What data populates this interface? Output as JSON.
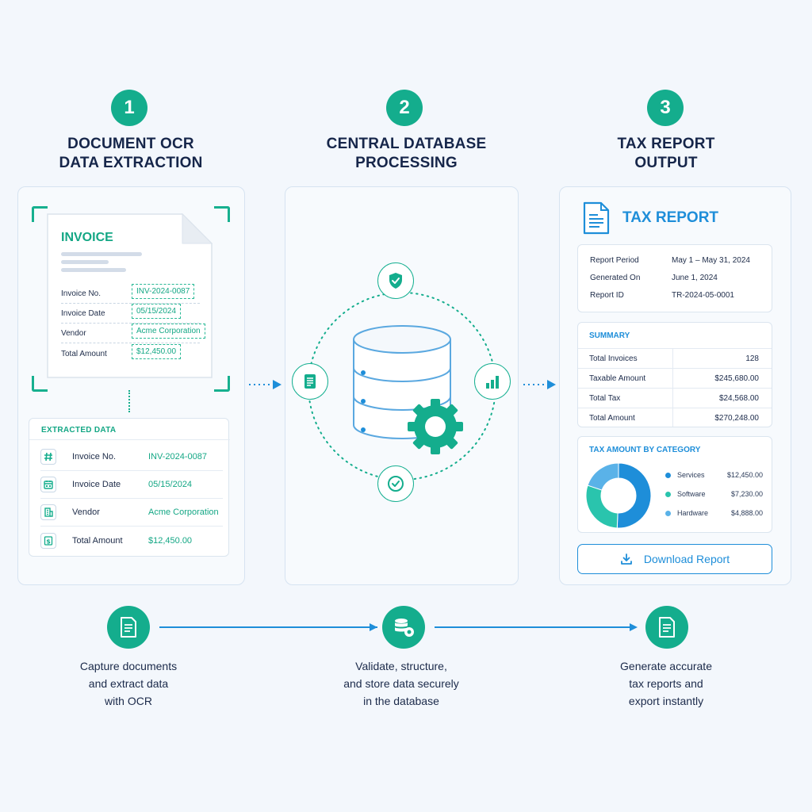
{
  "steps": [
    {
      "number": "1",
      "title_line1": "DOCUMENT OCR",
      "title_line2": "DATA EXTRACTION"
    },
    {
      "number": "2",
      "title_line1": "CENTRAL DATABASE",
      "title_line2": "PROCESSING"
    },
    {
      "number": "3",
      "title_line1": "TAX REPORT",
      "title_line2": "OUTPUT"
    }
  ],
  "invoice": {
    "title": "INVOICE",
    "fields": [
      {
        "label": "Invoice No.",
        "value": "INV-2024-0087"
      },
      {
        "label": "Invoice Date",
        "value": "05/15/2024"
      },
      {
        "label": "Vendor",
        "value": "Acme Corporation"
      },
      {
        "label": "Total Amount",
        "value": "$12,450.00"
      }
    ]
  },
  "extracted": {
    "heading": "EXTRACTED DATA",
    "rows": [
      {
        "icon": "hash-icon",
        "label": "Invoice No.",
        "value": "INV-2024-0087"
      },
      {
        "icon": "calendar-icon",
        "label": "Invoice Date",
        "value": "05/15/2024"
      },
      {
        "icon": "building-icon",
        "label": "Vendor",
        "value": "Acme Corporation"
      },
      {
        "icon": "dollar-icon",
        "label": "Total Amount",
        "value": "$12,450.00"
      }
    ]
  },
  "report": {
    "title": "TAX REPORT",
    "meta": [
      {
        "label": "Report Period",
        "value": "May 1 – May 31, 2024"
      },
      {
        "label": "Generated On",
        "value": "June 1, 2024"
      },
      {
        "label": "Report ID",
        "value": "TR-2024-05-0001"
      }
    ],
    "summary_heading": "SUMMARY",
    "summary": [
      {
        "label": "Total Invoices",
        "value": "128"
      },
      {
        "label": "Taxable Amount",
        "value": "$245,680.00"
      },
      {
        "label": "Total Tax",
        "value": "$24,568.00"
      },
      {
        "label": "Total Amount",
        "value": "$270,248.00"
      }
    ],
    "category_heading": "TAX AMOUNT BY CATEGORY",
    "categories": [
      {
        "name": "Services",
        "value": "$12,450.00",
        "amount": 12450,
        "color": "#1e8ed9"
      },
      {
        "name": "Software",
        "value": "$7,230.00",
        "amount": 7230,
        "color": "#2ac4ad"
      },
      {
        "name": "Hardware",
        "value": "$4,888.00",
        "amount": 4888,
        "color": "#5ab2e8"
      }
    ],
    "download_label": "Download Report"
  },
  "bottom": [
    {
      "icon": "document-icon",
      "line1": "Capture documents",
      "line2": "and extract data",
      "line3": "with OCR"
    },
    {
      "icon": "database-gear-icon",
      "line1": "Validate, structure,",
      "line2": "and store data securely",
      "line3": "in the database"
    },
    {
      "icon": "report-icon",
      "line1": "Generate accurate",
      "line2": "tax reports and",
      "line3": "export instantly"
    }
  ],
  "colors": {
    "teal": "#14ad8d",
    "blue": "#1e8ed9",
    "navy": "#16264a"
  }
}
